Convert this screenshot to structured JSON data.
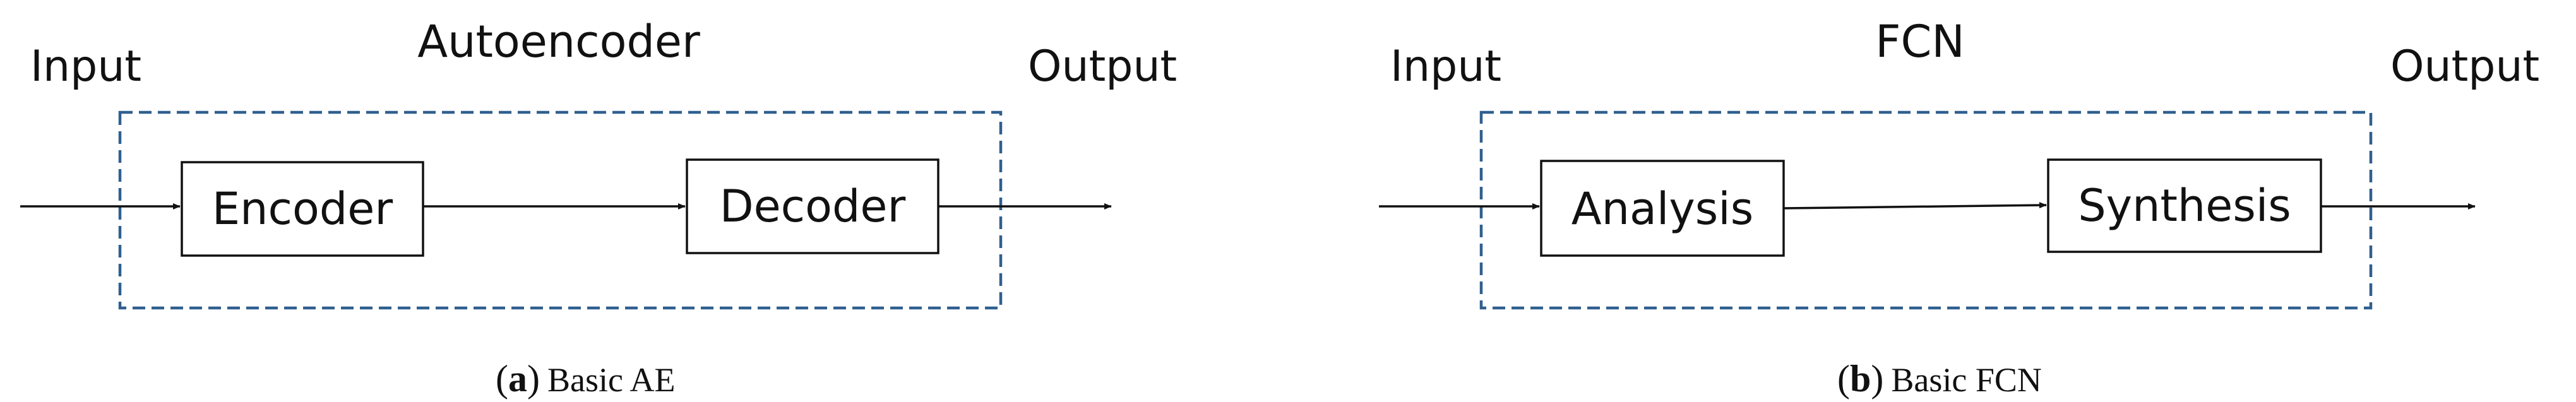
{
  "panels": [
    {
      "title": "Autoencoder",
      "input_label": "Input",
      "output_label": "Output",
      "block_1": "Encoder",
      "block_2": "Decoder",
      "caption_letter": "a",
      "caption_text": "Basic AE"
    },
    {
      "title": "FCN",
      "input_label": "Input",
      "output_label": "Output",
      "block_1": "Analysis",
      "block_2": "Synthesis",
      "caption_letter": "b",
      "caption_text": "Basic FCN"
    }
  ],
  "colors": {
    "dashed_frame": "#2f5f8f",
    "stroke": "#111111"
  }
}
